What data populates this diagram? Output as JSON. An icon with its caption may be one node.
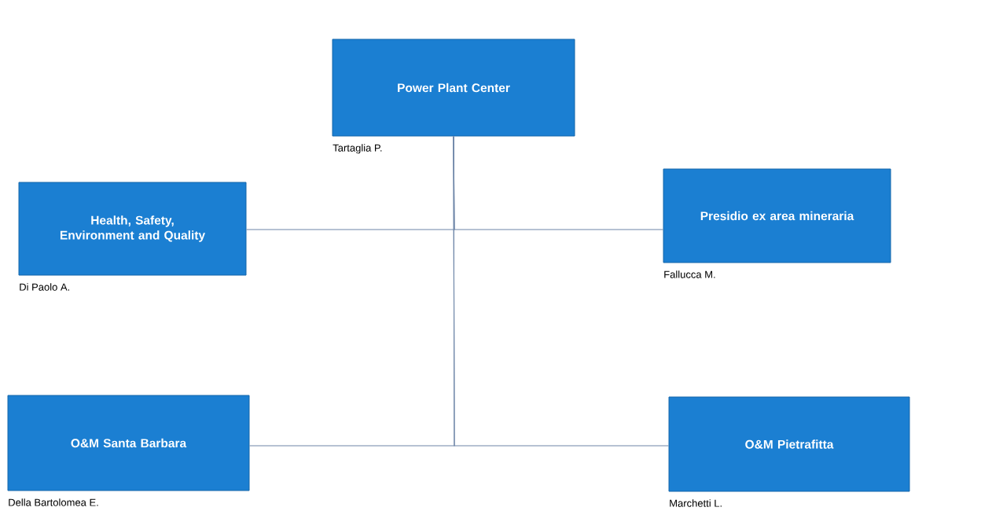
{
  "diagram": {
    "nodes": [
      {
        "text": [
          "Power Plant Center"
        ],
        "beside": [
          "Tartaglia P."
        ]
      },
      {
        "text": [
          "Health, Safety, Environment and Quality"
        ],
        "beside": [
          "Di Paolo A."
        ]
      },
      {
        "text": [
          "Presidio ex area mineraria"
        ],
        "beside": [
          "Fallucca M."
        ]
      },
      {
        "text": [
          "O&M Santa Barbara"
        ],
        "beside": [
          "Della Bartolomea E."
        ]
      },
      {
        "text": [
          "O&M Pietrafitta"
        ],
        "beside": [
          "Marchetti L."
        ]
      }
    ],
    "edges": [
      {
        "from": 0,
        "to": 1,
        "arrow": "none"
      },
      {
        "from": 0,
        "to": 2,
        "arrow": "none"
      },
      {
        "from": 0,
        "to": 3,
        "arrow": "none"
      },
      {
        "from": 0,
        "to": 4,
        "arrow": "none"
      }
    ]
  }
}
